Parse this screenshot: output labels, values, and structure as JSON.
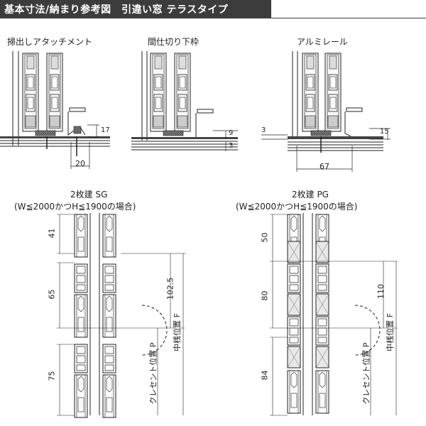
{
  "header": {
    "title": "基本寸法/納まり参考図　引違い窓 テラスタイプ"
  },
  "top_section": {
    "detail_1": {
      "label": "掃出しアタッチメント",
      "dim_height": "17",
      "dim_width": "20"
    },
    "detail_2": {
      "label": "間仕切り下枠",
      "dim_a": "9",
      "dim_b": "3"
    },
    "detail_3": {
      "label": "アルミレール",
      "dim_left": "3",
      "dim_right": "15",
      "dim_width": "67"
    }
  },
  "bottom_section": {
    "sg": {
      "title": "2枚建 SG",
      "condition": "(W≦2000かつH≦1900の場合)",
      "dims": {
        "top": "41",
        "mid": "65",
        "bottom": "75",
        "overall": "102.5"
      },
      "crescent_label": "クレセント位置 P",
      "rail_label": "中桟位置 F"
    },
    "pg": {
      "title": "2枚建 PG",
      "condition": "(W≦2000かつH≦1900の場合)",
      "dims": {
        "top": "50",
        "mid": "80",
        "bottom": "84",
        "overall": "110"
      },
      "crescent_label": "クレセント位置 P",
      "rail_label": "中桟位置 F"
    }
  },
  "colors": {
    "header_bg": "#3c3c3c",
    "line": "#222222",
    "hatch": "#555555"
  }
}
